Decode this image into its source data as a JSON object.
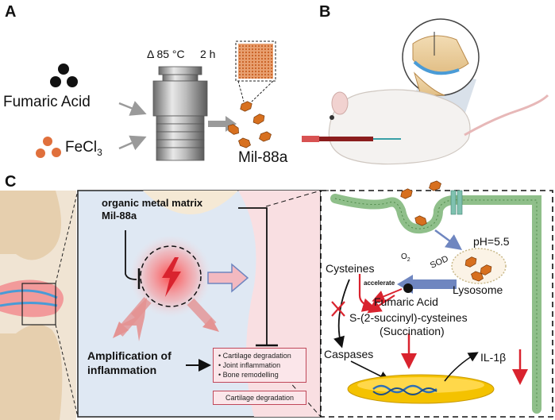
{
  "panels": {
    "a": "A",
    "b": "B",
    "c": "C"
  },
  "synthesis": {
    "reagent1": "Fumaric Acid",
    "reagent2_base": "FeCl",
    "reagent2_sub": "3",
    "condition_temp": "Δ 85 °C",
    "condition_time": "2 h",
    "product": "Mil-88a"
  },
  "mechanism_left": {
    "matrix_line1": "organic metal matrix",
    "matrix_line2": "Mil-88a",
    "amplification_line1": "Amplification of",
    "amplification_line2": "inflammation",
    "effects": [
      "• Cartilage degradation",
      "• Joint inflammation",
      "• Bone remodelling"
    ],
    "bottom_box": "Cartilage degradation"
  },
  "mechanism_right": {
    "ph": "pH=5.5",
    "o2": "O",
    "o2_sub": "2",
    "sod": "SOD",
    "lysosome": "Lysosome",
    "cysteines": "Cysteines",
    "accelerate": "accelerate",
    "fumaric": "Fumaric Acid",
    "succinyl": "S-(2-succinyl)-cysteines",
    "succination": "(Succination)",
    "caspases": "Caspases",
    "il1b": "IL-1β"
  },
  "colors": {
    "accent_red": "#d9232e",
    "box_border": "#c0485a",
    "membrane_green": "#8fbf8a",
    "mof_orange": "#d7701f",
    "sod_arrow_blue": "#6f86c0"
  }
}
